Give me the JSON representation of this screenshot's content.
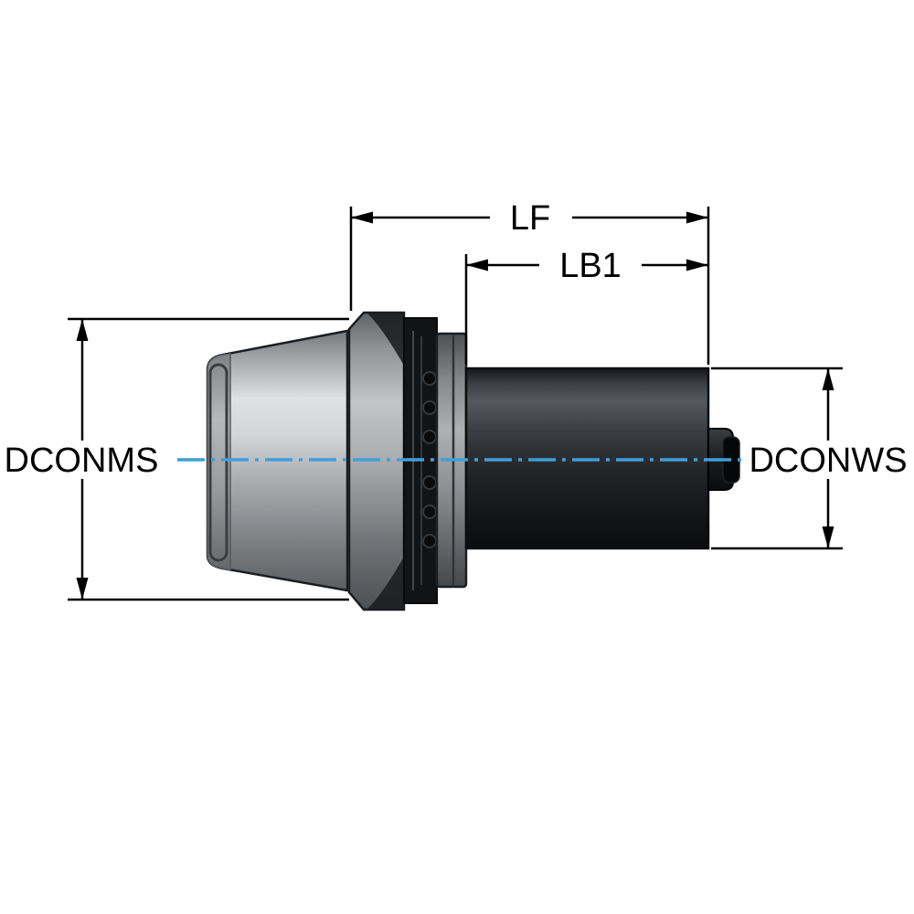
{
  "diagram": {
    "type": "technical-drawing-tool-holder-side-view",
    "labels": {
      "length_full": "LF",
      "length_body": "LB1",
      "diameter_machine_side": "DCONMS",
      "diameter_workpiece_side": "DCONWS"
    },
    "colors": {
      "centerline": "#3f9fd9",
      "dimension_line": "#000000",
      "background": "#ffffff"
    }
  }
}
